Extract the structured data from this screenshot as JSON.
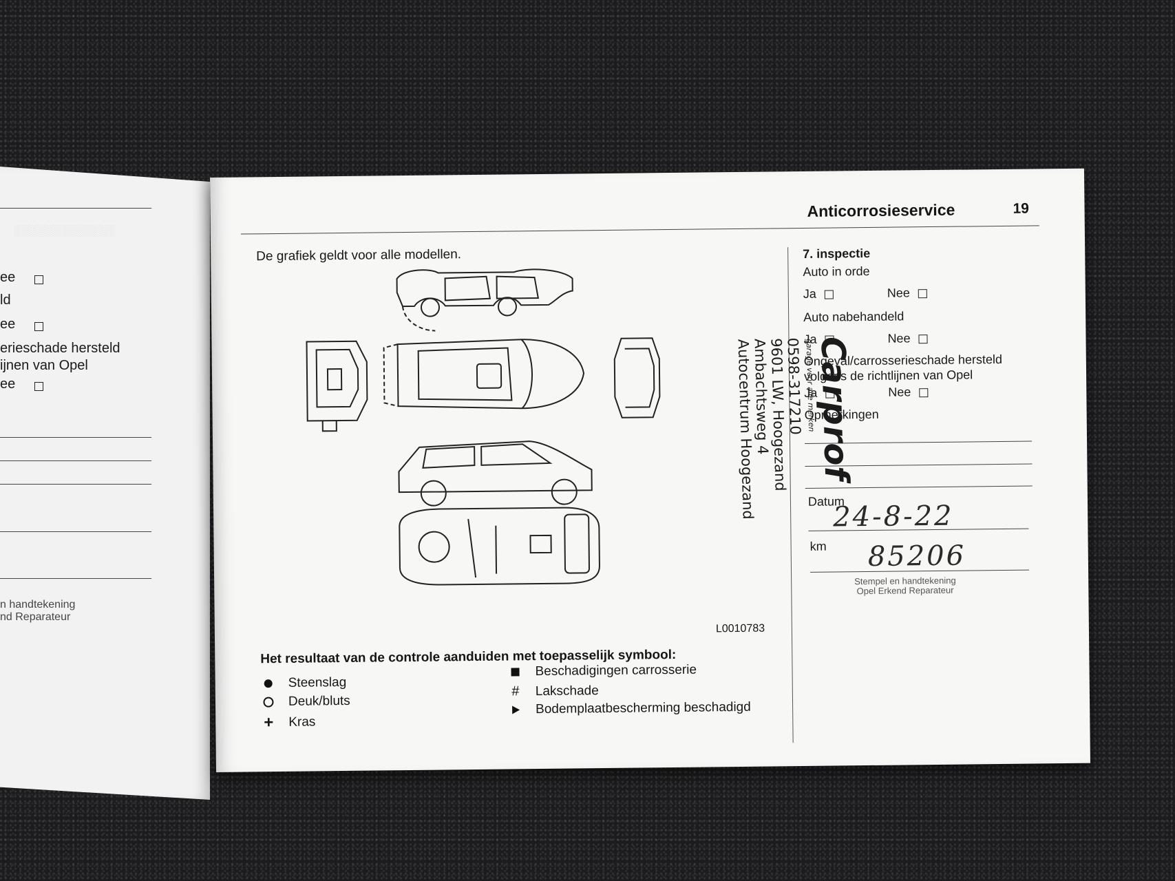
{
  "left_page": {
    "fragments": [
      "ee",
      "ld",
      "ee",
      "erieschade hersteld",
      "ijnen van Opel",
      "ee"
    ],
    "footer": [
      "n handtekening",
      "nd Reparateur"
    ]
  },
  "header": {
    "title": "Anticorrosieservice",
    "page_number": "19"
  },
  "diagram": {
    "caption": "De grafiek geldt voor alle modellen.",
    "code": "L0010783"
  },
  "legend": {
    "heading": "Het resultaat van de controle aanduiden met toepasselijk symbool:",
    "items": [
      {
        "symbol": "filled-circle",
        "label": "Steenslag"
      },
      {
        "symbol": "open-circle",
        "label": "Deuk/bluts"
      },
      {
        "symbol": "plus",
        "label": "Kras"
      },
      {
        "symbol": "filled-square",
        "label": "Beschadigingen carrosserie"
      },
      {
        "symbol": "hash",
        "label": "Lakschade"
      },
      {
        "symbol": "triangle",
        "label": "Bodemplaatbescherming beschadigd"
      }
    ]
  },
  "inspection": {
    "title": "7. inspectie",
    "q1": "Auto in orde",
    "q2": "Auto nabehandeld",
    "q3_line1": "Ongeval/carrosserieschade hersteld",
    "q3_line2": "volgens de richtlijnen van Opel",
    "yes": "Ja",
    "no": "Nee",
    "remarks": "Opmerkingen",
    "date_label": "Datum",
    "date_value": "24-8-22",
    "km_label": "km",
    "km_value": "85206",
    "footer_line1": "Stempel en handtekening",
    "footer_line2": "Opel Erkend Reparateur"
  },
  "stamp": {
    "logo": "Carprof",
    "tagline": "garage voor alle merken",
    "lines": [
      "Autocentrum Hoogezand",
      "Ambachtsweg 4",
      "9601 LW, Hoogezand",
      "0598-317210"
    ]
  }
}
